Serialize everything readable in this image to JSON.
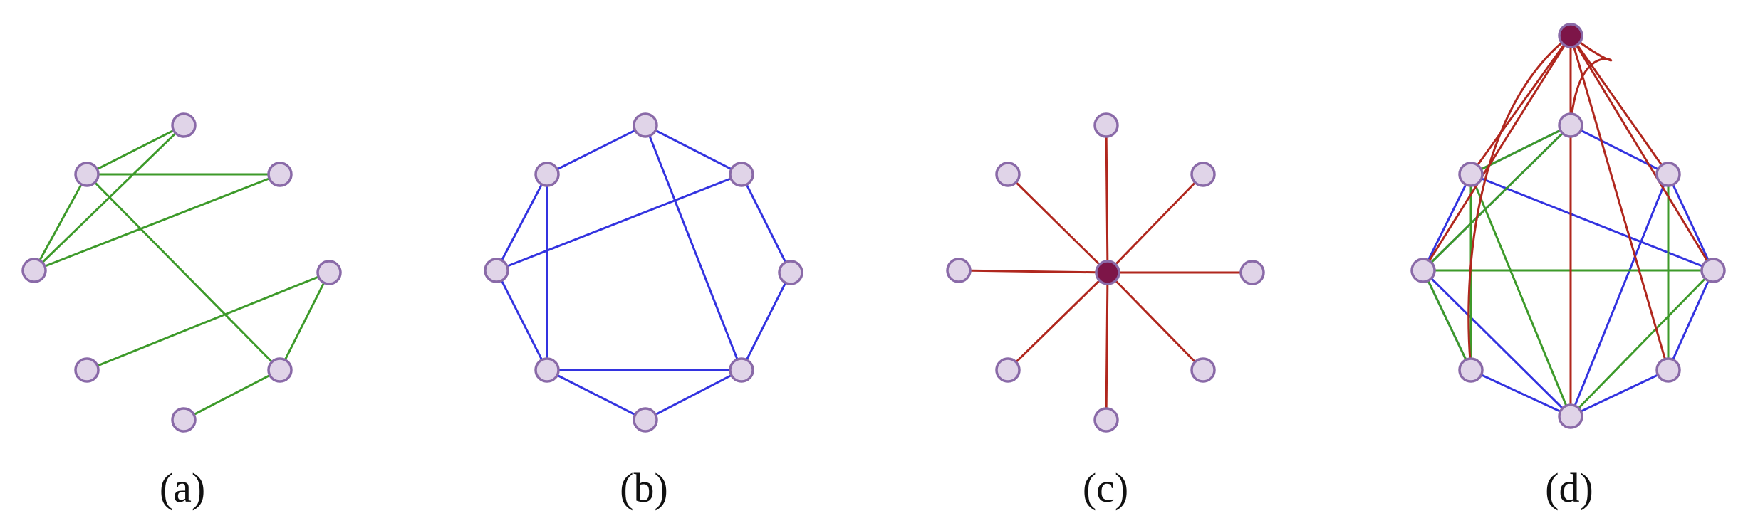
{
  "colors": {
    "green": "#3d9a2a",
    "blue": "#3333e0",
    "red": "#b0271e",
    "node_fill": "#e0d4e8",
    "node_stroke": "#8a6aa8",
    "hub_fill": "#7d1548"
  },
  "panels": [
    {
      "id": "a",
      "caption": "(a)",
      "nodes": [
        {
          "id": "n1",
          "hub": false
        },
        {
          "id": "n2",
          "hub": false
        },
        {
          "id": "n3",
          "hub": false
        },
        {
          "id": "n4",
          "hub": false
        },
        {
          "id": "n5",
          "hub": false
        },
        {
          "id": "n6",
          "hub": false
        },
        {
          "id": "n7",
          "hub": false
        },
        {
          "id": "n8",
          "hub": false
        }
      ],
      "edges": [
        {
          "from": "n2",
          "to": "n1",
          "color": "green"
        },
        {
          "from": "n2",
          "to": "n3",
          "color": "green"
        },
        {
          "from": "n2",
          "to": "n4",
          "color": "green"
        },
        {
          "from": "n2",
          "to": "n6",
          "color": "green"
        },
        {
          "from": "n1",
          "to": "n3",
          "color": "green"
        },
        {
          "from": "n1",
          "to": "n4",
          "color": "green"
        },
        {
          "from": "n5",
          "to": "n6",
          "color": "green"
        },
        {
          "from": "n5",
          "to": "n8",
          "color": "green"
        },
        {
          "from": "n6",
          "to": "n7",
          "color": "green"
        }
      ]
    },
    {
      "id": "b",
      "caption": "(b)",
      "nodes": [
        {
          "id": "n1",
          "hub": false
        },
        {
          "id": "n2",
          "hub": false
        },
        {
          "id": "n3",
          "hub": false
        },
        {
          "id": "n4",
          "hub": false
        },
        {
          "id": "n5",
          "hub": false
        },
        {
          "id": "n6",
          "hub": false
        },
        {
          "id": "n7",
          "hub": false
        },
        {
          "id": "n8",
          "hub": false
        }
      ],
      "edges": [
        {
          "from": "n1",
          "to": "n2",
          "color": "blue"
        },
        {
          "from": "n2",
          "to": "n3",
          "color": "blue"
        },
        {
          "from": "n3",
          "to": "n4",
          "color": "blue"
        },
        {
          "from": "n4",
          "to": "n5",
          "color": "blue"
        },
        {
          "from": "n5",
          "to": "n6",
          "color": "blue"
        },
        {
          "from": "n6",
          "to": "n7",
          "color": "blue"
        },
        {
          "from": "n7",
          "to": "n8",
          "color": "blue"
        },
        {
          "from": "n8",
          "to": "n1",
          "color": "blue"
        },
        {
          "from": "n1",
          "to": "n4",
          "color": "blue"
        },
        {
          "from": "n3",
          "to": "n6",
          "color": "blue"
        },
        {
          "from": "n8",
          "to": "n6",
          "color": "blue"
        },
        {
          "from": "n2",
          "to": "n8",
          "color": "blue"
        }
      ]
    },
    {
      "id": "c",
      "caption": "(c)",
      "nodes": [
        {
          "id": "h",
          "hub": true
        },
        {
          "id": "n1",
          "hub": false
        },
        {
          "id": "n2",
          "hub": false
        },
        {
          "id": "n3",
          "hub": false
        },
        {
          "id": "n4",
          "hub": false
        },
        {
          "id": "n5",
          "hub": false
        },
        {
          "id": "n6",
          "hub": false
        },
        {
          "id": "n7",
          "hub": false
        },
        {
          "id": "n8",
          "hub": false
        }
      ],
      "edges": [
        {
          "from": "h",
          "to": "n1",
          "color": "red"
        },
        {
          "from": "h",
          "to": "n2",
          "color": "red"
        },
        {
          "from": "h",
          "to": "n3",
          "color": "red"
        },
        {
          "from": "h",
          "to": "n4",
          "color": "red"
        },
        {
          "from": "h",
          "to": "n5",
          "color": "red"
        },
        {
          "from": "h",
          "to": "n6",
          "color": "red"
        },
        {
          "from": "h",
          "to": "n7",
          "color": "red"
        },
        {
          "from": "h",
          "to": "n8",
          "color": "red"
        }
      ]
    },
    {
      "id": "d",
      "caption": "(d)",
      "nodes": [
        {
          "id": "h",
          "hub": true
        },
        {
          "id": "n1",
          "hub": false
        },
        {
          "id": "n2",
          "hub": false
        },
        {
          "id": "n3",
          "hub": false
        },
        {
          "id": "n4",
          "hub": false
        },
        {
          "id": "n5",
          "hub": false
        },
        {
          "id": "n6",
          "hub": false
        },
        {
          "id": "n7",
          "hub": false
        },
        {
          "id": "n8",
          "hub": false
        }
      ],
      "edges": [
        {
          "from": "n1",
          "to": "n2",
          "color": "blue"
        },
        {
          "from": "n2",
          "to": "n3",
          "color": "blue"
        },
        {
          "from": "n3",
          "to": "n4",
          "color": "blue"
        },
        {
          "from": "n4",
          "to": "n5",
          "color": "blue"
        },
        {
          "from": "n5",
          "to": "n6",
          "color": "blue"
        },
        {
          "from": "n6",
          "to": "n7",
          "color": "blue"
        },
        {
          "from": "n7",
          "to": "n8",
          "color": "blue"
        },
        {
          "from": "n8",
          "to": "n1",
          "color": "blue"
        },
        {
          "from": "n1",
          "to": "n4",
          "color": "blue"
        },
        {
          "from": "n8",
          "to": "n6",
          "color": "blue"
        },
        {
          "from": "n2",
          "to": "n8",
          "color": "blue"
        },
        {
          "from": "n3",
          "to": "n6",
          "color": "blue"
        },
        {
          "from": "n8",
          "to": "n2",
          "color": "green"
        },
        {
          "from": "n1",
          "to": "n2",
          "color": "green"
        },
        {
          "from": "n1",
          "to": "n7",
          "color": "green"
        },
        {
          "from": "n8",
          "to": "n7",
          "color": "green"
        },
        {
          "from": "n8",
          "to": "n4",
          "color": "green"
        },
        {
          "from": "n4",
          "to": "n6",
          "color": "green"
        },
        {
          "from": "n3",
          "to": "n5",
          "color": "green"
        },
        {
          "from": "n1",
          "to": "n6",
          "color": "green"
        },
        {
          "from": "h",
          "to": "n1",
          "color": "red"
        },
        {
          "from": "h",
          "to": "n2",
          "color": "red",
          "curved": true
        },
        {
          "from": "h",
          "to": "n8",
          "color": "red"
        },
        {
          "from": "h",
          "to": "n7",
          "color": "red",
          "curved": true
        },
        {
          "from": "h",
          "to": "n5",
          "color": "red"
        },
        {
          "from": "h",
          "to": "n3",
          "color": "red"
        },
        {
          "from": "h",
          "to": "n4",
          "color": "red"
        },
        {
          "from": "h",
          "to": "n6",
          "color": "red"
        }
      ]
    }
  ]
}
